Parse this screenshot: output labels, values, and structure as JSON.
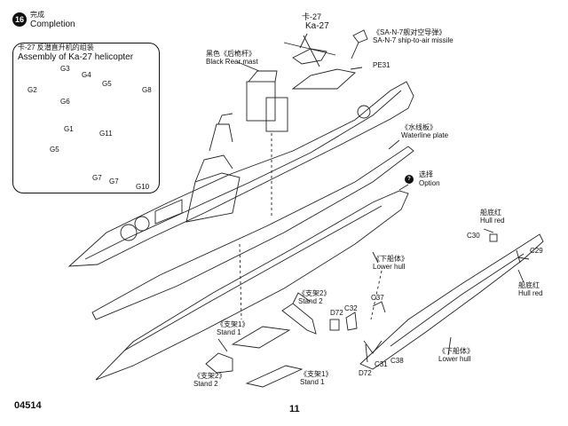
{
  "step": {
    "number": "16",
    "title_cn": "完成",
    "title_en": "Completion"
  },
  "helicopter_panel": {
    "title_cn": "卡-27 反潜直升机的组装",
    "title_en": "Assembly of Ka-27 helicopter",
    "parts": [
      "G3",
      "G4",
      "G5",
      "G8",
      "G2",
      "G6",
      "G1",
      "G11",
      "G5",
      "G7",
      "G7",
      "G10"
    ]
  },
  "callouts": {
    "ka27_cn": "卡-27",
    "ka27_en": "Ka-27",
    "black_mast_cn": "黑色《后桅杆》",
    "black_mast_en": "Black Rear mast",
    "missile_cn": "《SA-N-7舰对空导弹》",
    "missile_en": "SA-N-7 ship-to-air missile",
    "pe31": "PE31",
    "waterline_cn": "《水线板》",
    "waterline_en": "Waterline plate",
    "option_cn": "选择",
    "option_en": "Option",
    "hull_red_top_cn": "船底红",
    "hull_red_top_en": "Hull red",
    "c30": "C30",
    "c29": "C29",
    "hull_red_right_cn": "船底红",
    "hull_red_right_en": "Hull red",
    "lower_hull_mid_cn": "《下船体》",
    "lower_hull_mid_en": "Lower hull",
    "lower_hull_right_cn": "《下船体》",
    "lower_hull_right_en": "Lower hull",
    "stand2_top_cn": "《支架2》",
    "stand2_top_en": "Stand 2",
    "stand1_top_cn": "《支架1》",
    "stand1_top_en": "Stand 1",
    "stand2_bottom_cn": "《支架2》",
    "stand2_bottom_en": "Stand 2",
    "stand1_bottom_cn": "《支架1》",
    "stand1_bottom_en": "Stand 1",
    "d72_top": "D72",
    "c32": "C32",
    "c37": "C37",
    "c31": "C31",
    "c38": "C38",
    "d72_bottom": "D72"
  },
  "footer": {
    "code": "04514",
    "page": "11"
  }
}
